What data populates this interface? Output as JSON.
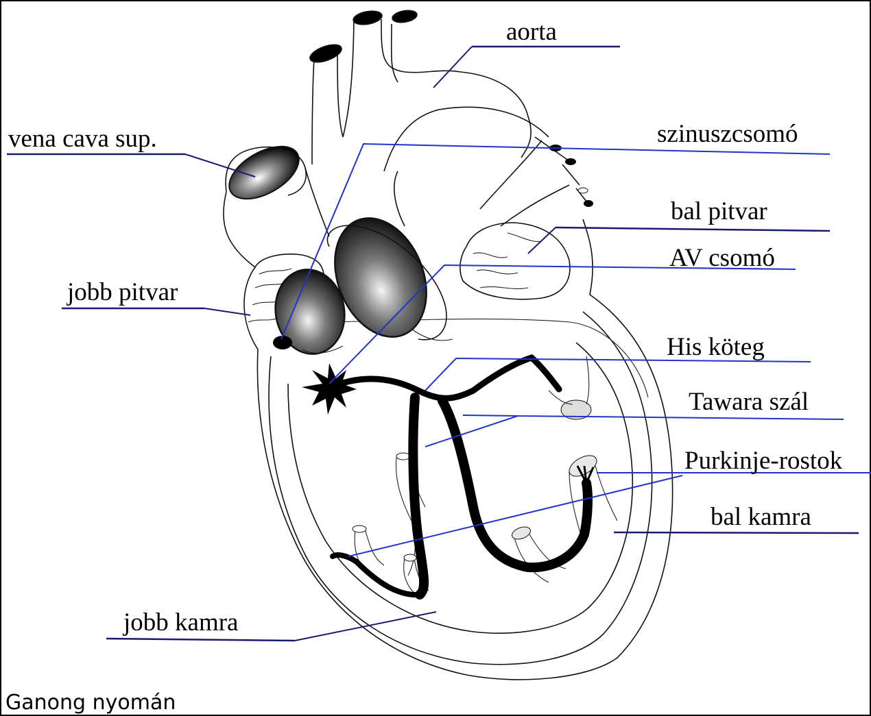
{
  "labels": {
    "aorta": "aorta",
    "vena_cava_sup": "vena cava sup.",
    "szinuszcsomo": "szinuszcsomó",
    "bal_pitvar": "bal pitvar",
    "av_csomo": "AV csomó",
    "jobb_pitvar": "jobb pitvar",
    "his_koteg": "His köteg",
    "tawara_szal": "Tawara szál",
    "purkinje_rostok": "Purkinje-rostok",
    "bal_kamra": "bal kamra",
    "jobb_kamra": "jobb kamra"
  },
  "credit": "Ganong nyomán",
  "colors": {
    "underline": "#1a1a6e",
    "leader": "#2233cc",
    "conduction": "#000000",
    "outline": "#111111"
  }
}
